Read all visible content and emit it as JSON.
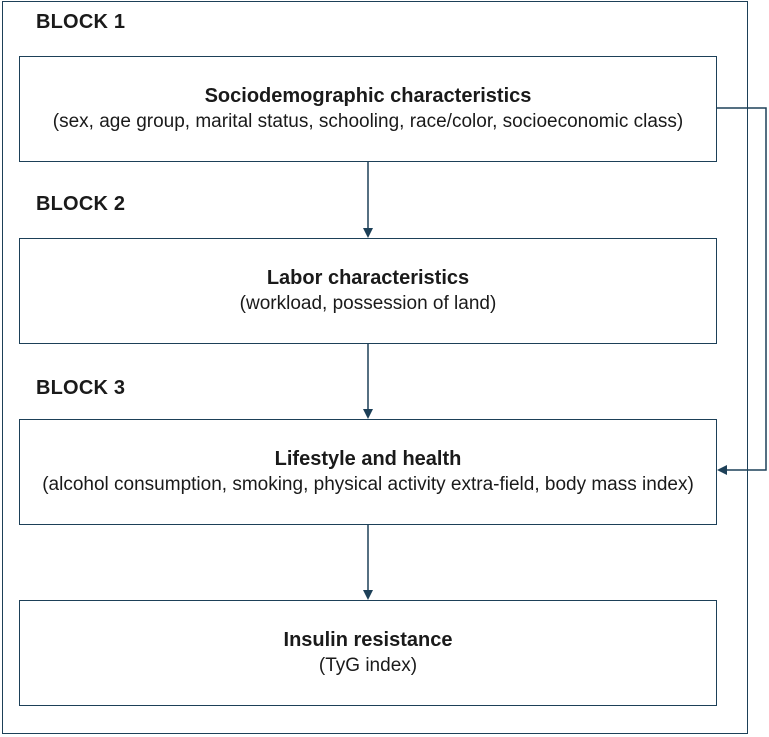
{
  "blocks": [
    {
      "label": "BLOCK 1",
      "title": "Sociodemographic characteristics",
      "subtitle": "(sex, age group, marital status, schooling, race/color, socioeconomic class)"
    },
    {
      "label": "BLOCK 2",
      "title": "Labor characteristics",
      "subtitle": "(workload, possession of land)"
    },
    {
      "label": "BLOCK 3",
      "title": "Lifestyle and health",
      "subtitle": "(alcohol consumption, smoking, physical activity extra-field, body mass index)"
    }
  ],
  "outcome": {
    "title": "Insulin resistance",
    "subtitle": "(TyG index)"
  },
  "colors": {
    "stroke": "#1d4058"
  }
}
